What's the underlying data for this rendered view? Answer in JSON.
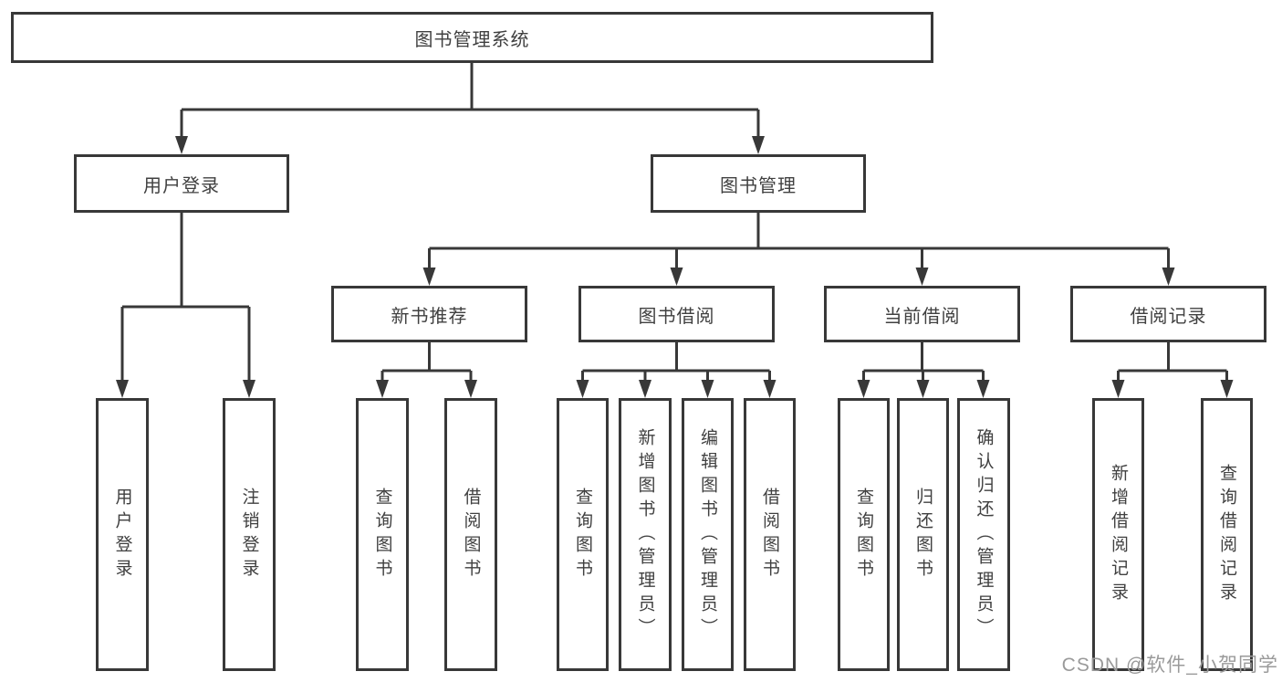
{
  "colors": {
    "line": "#383838",
    "box_border": "#383838",
    "text": "#404040",
    "background": "#ffffff",
    "watermark": "#9a9a9a"
  },
  "watermark": {
    "text": "CSDN @软件_小贺同学"
  },
  "tree": {
    "root": {
      "label": "图书管理系统",
      "children": [
        {
          "label": "用户登录",
          "children": [
            {
              "label": "用户登录"
            },
            {
              "label": "注销登录"
            }
          ]
        },
        {
          "label": "图书管理",
          "children": [
            {
              "label": "新书推荐",
              "children": [
                {
                  "label": "查询图书"
                },
                {
                  "label": "借阅图书"
                }
              ]
            },
            {
              "label": "图书借阅",
              "children": [
                {
                  "label": "查询图书"
                },
                {
                  "label": "新增图书（管理员）"
                },
                {
                  "label": "编辑图书（管理员）"
                },
                {
                  "label": "借阅图书"
                }
              ]
            },
            {
              "label": "当前借阅",
              "children": [
                {
                  "label": "查询图书"
                },
                {
                  "label": "归还图书"
                },
                {
                  "label": "确认归还（管理员）"
                }
              ]
            },
            {
              "label": "借阅记录",
              "children": [
                {
                  "label": "新增借阅记录"
                },
                {
                  "label": "查询借阅记录"
                }
              ]
            }
          ]
        }
      ]
    }
  }
}
